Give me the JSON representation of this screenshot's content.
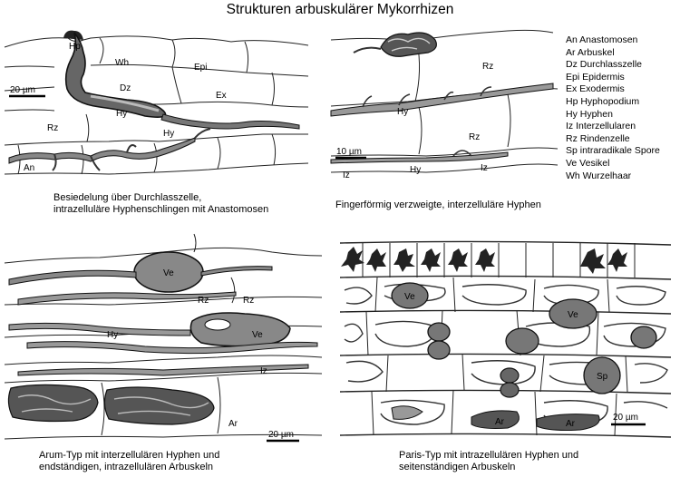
{
  "title": "Strukturen arbuskulärer Mykorrhizen",
  "legend": [
    "An Anastomosen",
    "Ar Arbuskel",
    "Dz Durchlasszelle",
    "Epi Epidermis",
    "Ex Exodermis",
    "Hp Hyphopodium",
    "Hy Hyphen",
    "Iz Interzellularen",
    "Rz Rindenzelle",
    "Sp intraradikale Spore",
    "Ve Vesikel",
    "Wh Wurzelhaar"
  ],
  "panels": {
    "top_left": {
      "caption_line1": "Besiedelung über Durchlasszelle,",
      "caption_line2": "intrazelluläre Hyphenschlingen mit Anastomosen",
      "scale": "20 µm",
      "labels": {
        "hp": "Hp",
        "wh": "Wh",
        "epi": "Epi",
        "dz": "Dz",
        "ex": "Ex",
        "hy1": "Hy",
        "rz": "Rz",
        "hy2": "Hy",
        "an": "An"
      }
    },
    "top_right": {
      "caption": "Fingerförmig verzweigte, interzelluläre Hyphen",
      "scale": "10 µm",
      "labels": {
        "rz1": "Rz",
        "hy1": "Hy",
        "rz2": "Rz",
        "iz1": "Iz",
        "hy2": "Hy",
        "iz2": "Iz"
      }
    },
    "bottom_left": {
      "caption_line1": "Arum-Typ mit interzellulären Hyphen und",
      "caption_line2": "endständigen, intrazellulären Arbuskeln",
      "scale": "20 µm",
      "labels": {
        "ve1": "Ve",
        "rz1": "Rz",
        "rz2": "Rz",
        "hy": "Hy",
        "ve2": "Ve",
        "iz": "Iz",
        "ar": "Ar"
      }
    },
    "bottom_right": {
      "caption_line1": "Paris-Typ mit intrazellulären Hyphen und",
      "caption_line2": "seitenständigen Arbuskeln",
      "scale": "20 µm",
      "labels": {
        "ve1": "Ve",
        "ve2": "Ve",
        "sp": "Sp",
        "ar1": "Ar",
        "ar2": "Ar"
      }
    }
  }
}
